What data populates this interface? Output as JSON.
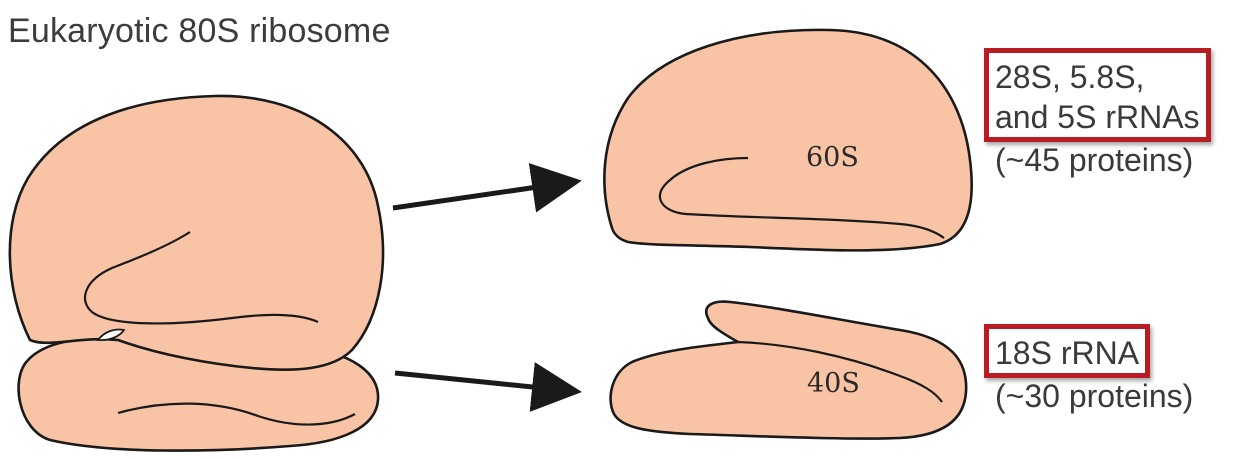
{
  "title": "Eukaryotic 80S ribosome",
  "large_subunit": {
    "label": "60S",
    "rna_line1": "28S, 5.8S,",
    "rna_line2": "and 5S rRNAs",
    "proteins": "(~45 proteins)"
  },
  "small_subunit": {
    "label": "40S",
    "rna": "18S rRNA",
    "proteins": "(~30 proteins)"
  },
  "colors": {
    "subunit_fill": "#f9c4a6",
    "outline": "#1a1a1a",
    "highlight_box": "#b81d23",
    "text": "#3a3a3a"
  }
}
